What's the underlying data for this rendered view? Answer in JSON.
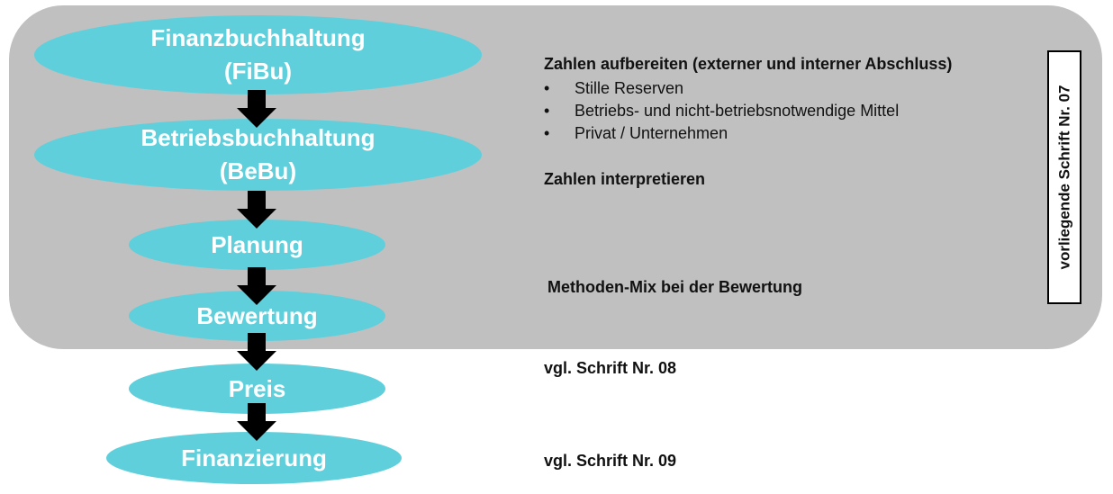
{
  "flow": {
    "steps": [
      {
        "line1": "Finanzbuchhaltung",
        "line2": "(FiBu)"
      },
      {
        "line1": "Betriebsbuchhaltung",
        "line2": "(BeBu)"
      },
      {
        "line1": "Planung"
      },
      {
        "line1": "Bewertung"
      },
      {
        "line1": "Preis"
      },
      {
        "line1": "Finanzierung"
      }
    ],
    "color": "#5ecfdb",
    "arrow_color": "#000000"
  },
  "panel": {
    "color": "#c0c0c0"
  },
  "notes": {
    "heading1": "Zahlen aufbereiten (externer und interner Abschluss)",
    "bullet_symbol": "•",
    "bullets": [
      "Stille Reserven",
      "Betriebs- und nicht-betriebsnotwendige Mittel",
      "Privat / Unternehmen"
    ],
    "heading2": "Zahlen interpretieren",
    "heading3": "Methoden-Mix bei der Bewertung",
    "ref1": "vgl. Schrift Nr. 08",
    "ref2": "vgl. Schrift Nr. 09"
  },
  "sidebox": {
    "label": "vorliegende Schrift Nr. 07"
  }
}
